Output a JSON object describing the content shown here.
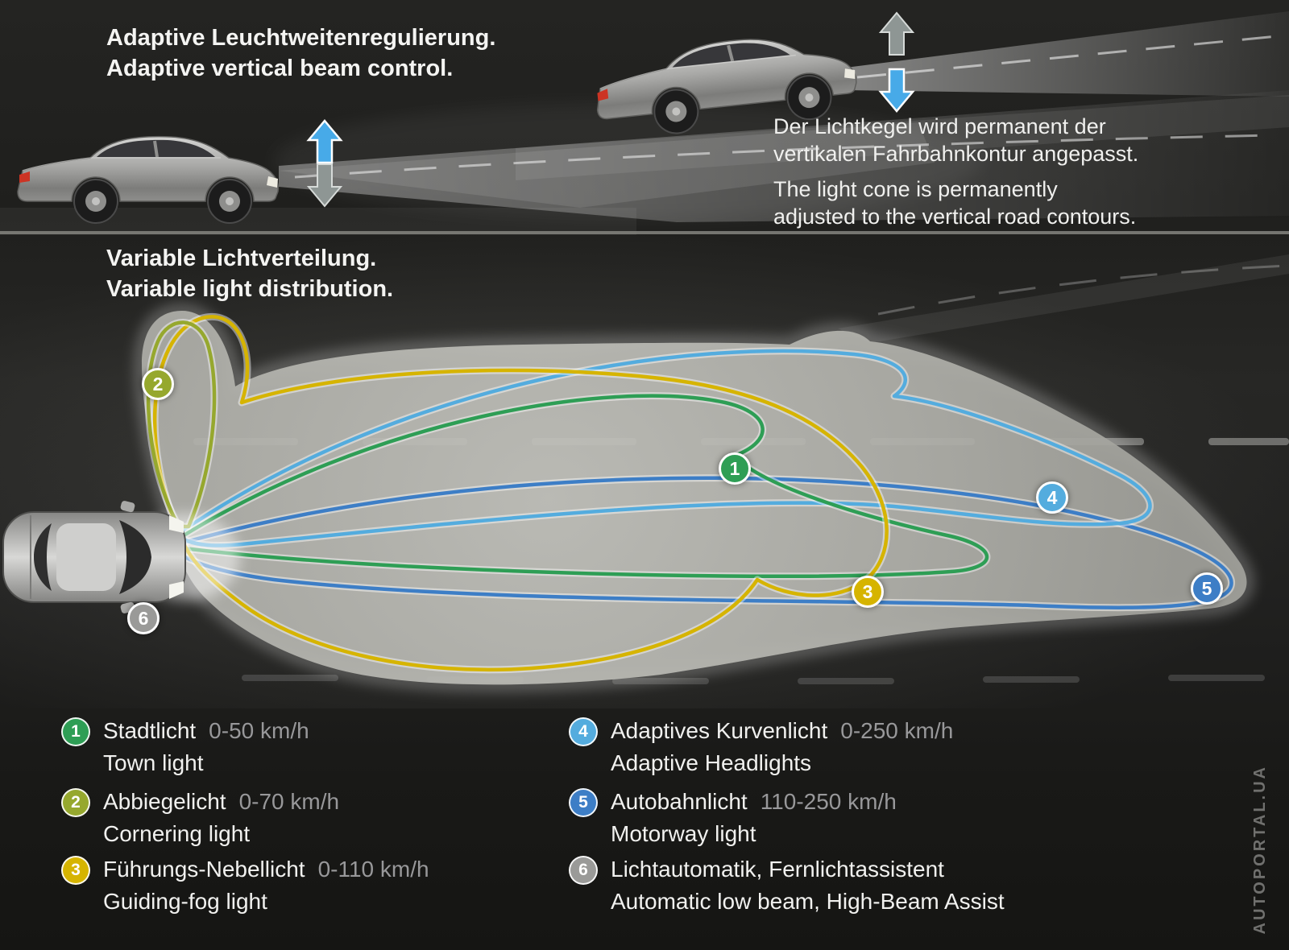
{
  "colors": {
    "green": "#2e9e55",
    "olive": "#96a82e",
    "yellow": "#d6b400",
    "lightblue": "#54acde",
    "blue": "#3d7ec6",
    "gray": "#9a9a98",
    "arrow_blue": "#47aae8",
    "arrow_gray": "#8e9694"
  },
  "top": {
    "heading_de": "Adaptive Leuchtweitenregulierung.",
    "heading_en": "Adaptive vertical beam control.",
    "description_de": [
      "Der Lichtkegel wird permanent der",
      "vertikalen Fahrbahnkontur angepasst."
    ],
    "description_en": [
      "The light cone is permanently",
      "adjusted to the vertical road contours."
    ]
  },
  "middle": {
    "heading_de": "Variable Lichtverteilung.",
    "heading_en": "Variable light distribution."
  },
  "legend": {
    "items": [
      {
        "num": "1",
        "name_de": "Stadtlicht",
        "speed": "0-50 km/h",
        "name_en": "Town light"
      },
      {
        "num": "2",
        "name_de": "Abbiegelicht",
        "speed": "0-70 km/h",
        "name_en": "Cornering light"
      },
      {
        "num": "3",
        "name_de": "Führungs-Nebellicht",
        "speed": "0-110 km/h",
        "name_en": "Guiding-fog light"
      },
      {
        "num": "4",
        "name_de": "Adaptives Kurvenlicht",
        "speed": "0-250 km/h",
        "name_en": "Adaptive Headlights"
      },
      {
        "num": "5",
        "name_de": "Autobahnlicht",
        "speed": "110-250 km/h",
        "name_en": "Motorway light"
      },
      {
        "num": "6",
        "name_de": "Lichtautomatik, Fernlichtassistent",
        "speed": "",
        "name_en": "Automatic low beam, High-Beam Assist"
      }
    ]
  },
  "watermark": "AUTOPORTAL.UA"
}
